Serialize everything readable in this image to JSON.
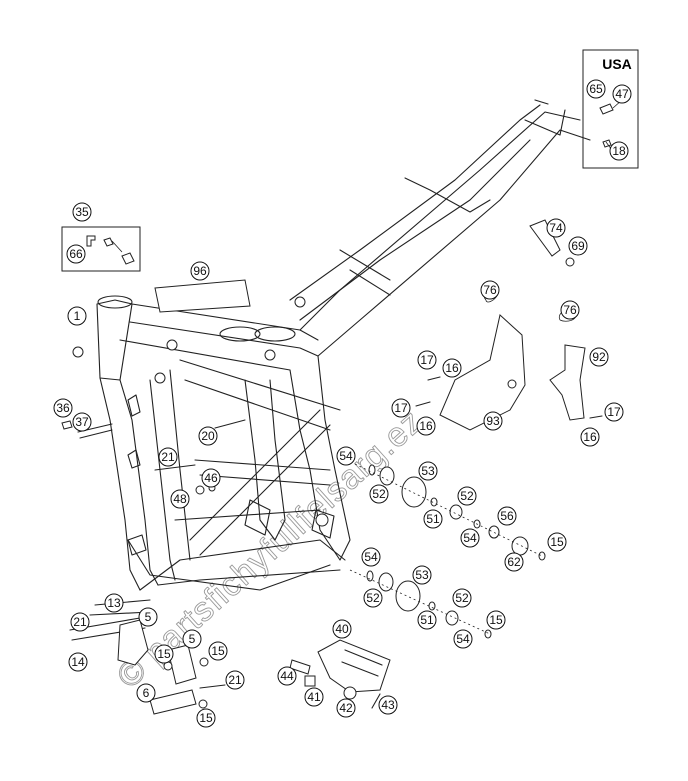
{
  "region_label": "USA",
  "watermark": "© partsfichyfullfelsarg.ez",
  "callouts": [
    {
      "id": "c1",
      "label": "1"
    },
    {
      "id": "c35",
      "label": "35"
    },
    {
      "id": "c66",
      "label": "66"
    },
    {
      "id": "c96",
      "label": "96"
    },
    {
      "id": "c65",
      "label": "65"
    },
    {
      "id": "c47",
      "label": "47"
    },
    {
      "id": "c18",
      "label": "18"
    },
    {
      "id": "c74",
      "label": "74"
    },
    {
      "id": "c69",
      "label": "69"
    },
    {
      "id": "c76a",
      "label": "76"
    },
    {
      "id": "c76b",
      "label": "76"
    },
    {
      "id": "c92",
      "label": "92"
    },
    {
      "id": "c17a",
      "label": "17"
    },
    {
      "id": "c16a",
      "label": "16"
    },
    {
      "id": "c17b",
      "label": "17"
    },
    {
      "id": "c16b",
      "label": "16"
    },
    {
      "id": "c93",
      "label": "93"
    },
    {
      "id": "c17c",
      "label": "17"
    },
    {
      "id": "c16c",
      "label": "16"
    },
    {
      "id": "c36",
      "label": "36"
    },
    {
      "id": "c37",
      "label": "37"
    },
    {
      "id": "c20",
      "label": "20"
    },
    {
      "id": "c21a",
      "label": "21"
    },
    {
      "id": "c46",
      "label": "46"
    },
    {
      "id": "c48",
      "label": "48"
    },
    {
      "id": "c54a",
      "label": "54"
    },
    {
      "id": "c53a",
      "label": "53"
    },
    {
      "id": "c52a",
      "label": "52"
    },
    {
      "id": "c52b",
      "label": "52"
    },
    {
      "id": "c51a",
      "label": "51"
    },
    {
      "id": "c56",
      "label": "56"
    },
    {
      "id": "c54b",
      "label": "54"
    },
    {
      "id": "c15a",
      "label": "15"
    },
    {
      "id": "c62",
      "label": "62"
    },
    {
      "id": "c54c",
      "label": "54"
    },
    {
      "id": "c53b",
      "label": "53"
    },
    {
      "id": "c52c",
      "label": "52"
    },
    {
      "id": "c52d",
      "label": "52"
    },
    {
      "id": "c51b",
      "label": "51"
    },
    {
      "id": "c15b",
      "label": "15"
    },
    {
      "id": "c54d",
      "label": "54"
    },
    {
      "id": "c13",
      "label": "13"
    },
    {
      "id": "c5a",
      "label": "5"
    },
    {
      "id": "c21b",
      "label": "21"
    },
    {
      "id": "c14",
      "label": "14"
    },
    {
      "id": "c5b",
      "label": "5"
    },
    {
      "id": "c15c",
      "label": "15"
    },
    {
      "id": "c15d",
      "label": "15"
    },
    {
      "id": "c21c",
      "label": "21"
    },
    {
      "id": "c6",
      "label": "6"
    },
    {
      "id": "c15e",
      "label": "15"
    },
    {
      "id": "c40",
      "label": "40"
    },
    {
      "id": "c44",
      "label": "44"
    },
    {
      "id": "c41",
      "label": "41"
    },
    {
      "id": "c42",
      "label": "42"
    },
    {
      "id": "c43",
      "label": "43"
    }
  ]
}
